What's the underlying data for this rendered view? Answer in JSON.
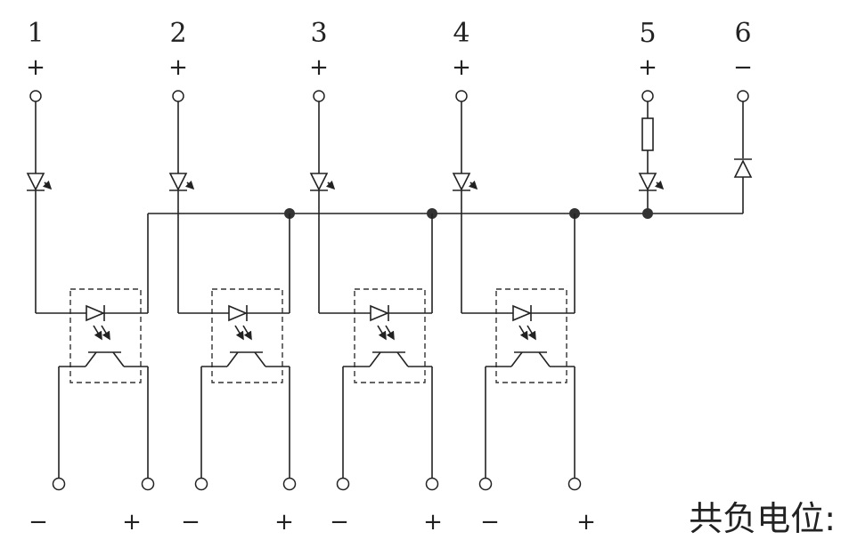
{
  "channels": [
    {
      "number": "1",
      "sign": "+"
    },
    {
      "number": "2",
      "sign": "+"
    },
    {
      "number": "3",
      "sign": "+"
    },
    {
      "number": "4",
      "sign": "+"
    },
    {
      "number": "5",
      "sign": "+"
    },
    {
      "number": "6",
      "sign": "−"
    }
  ],
  "outputs": [
    {
      "minus": "−",
      "plus": "+"
    },
    {
      "minus": "−",
      "plus": "+"
    },
    {
      "minus": "−",
      "plus": "+"
    },
    {
      "minus": "−",
      "plus": "+"
    }
  ],
  "caption": "共负电位:"
}
